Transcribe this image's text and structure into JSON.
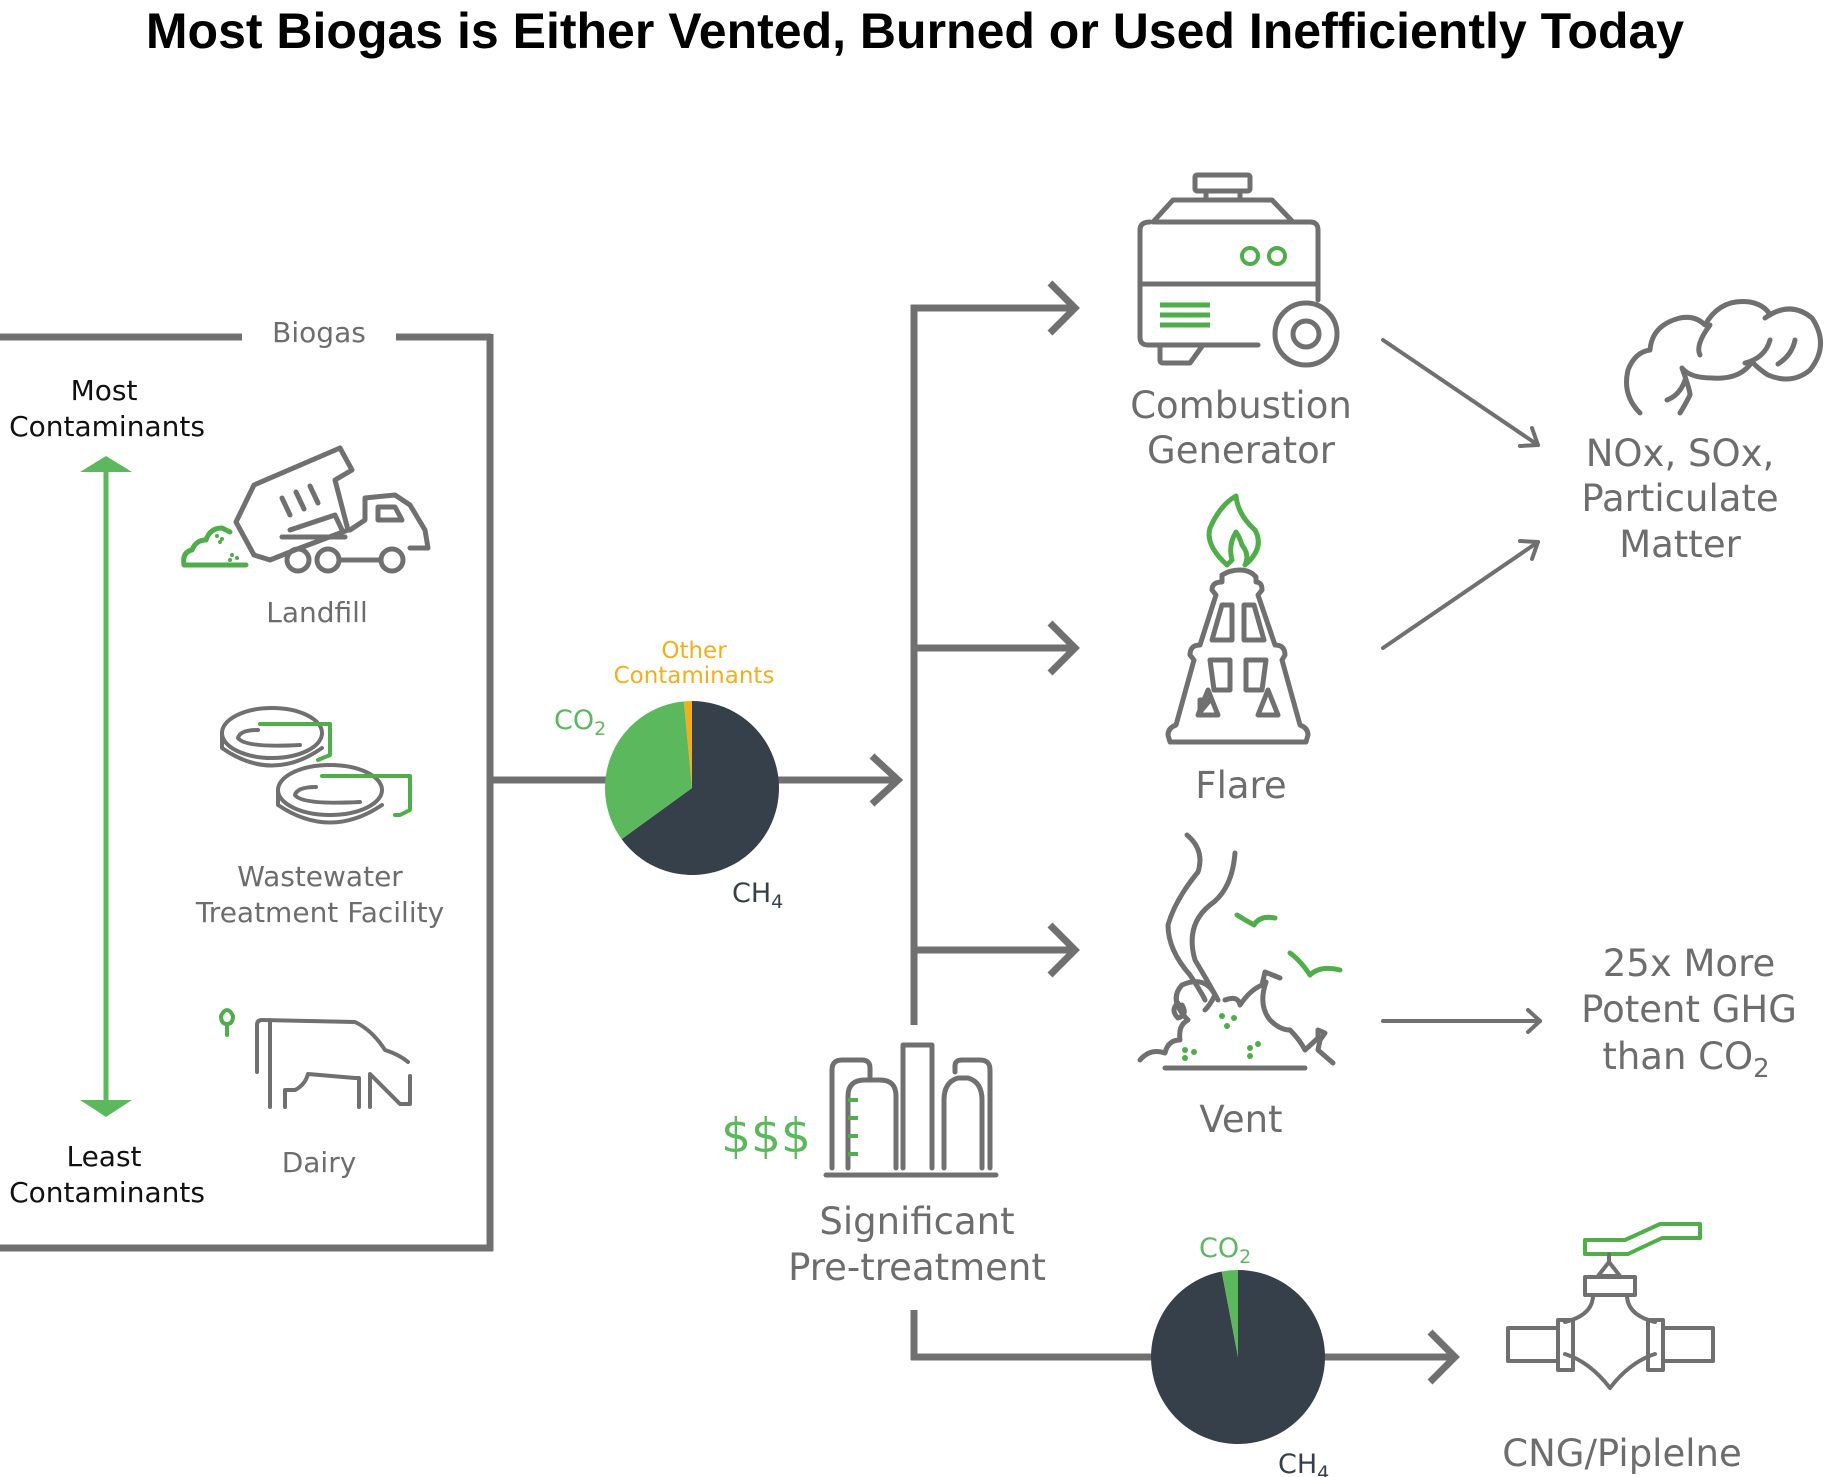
{
  "title": "Most Biogas is Either Vented, Burned or Used Inefficiently Today",
  "colors": {
    "line_gray": "#707070",
    "accent_green": "#5cb85c",
    "other_orange": "#f2ae1c",
    "methane_navy": "#36404a"
  },
  "biogas_box": {
    "label": "Biogas",
    "scale": {
      "top_line1": "Most",
      "top_line2": "Contaminants",
      "bottom_line1": "Least",
      "bottom_line2": "Contaminants"
    },
    "sources": [
      {
        "icon": "dump-truck-icon",
        "label_lines": [
          "Landfill"
        ]
      },
      {
        "icon": "wastewater-tanks-icon",
        "label_lines": [
          "Wastewater",
          "Treatment Facility"
        ]
      },
      {
        "icon": "cow-icon",
        "label_lines": [
          "Dairy"
        ]
      }
    ]
  },
  "outcomes": [
    {
      "icon": "generator-icon",
      "label_lines": [
        "Combustion",
        "Generator"
      ]
    },
    {
      "icon": "flare-icon",
      "label_lines": [
        "Flare"
      ]
    },
    {
      "icon": "vent-icon",
      "label_lines": [
        "Vent"
      ]
    }
  ],
  "impacts": {
    "emissions": {
      "icon": "smoke-cloud-icon",
      "label_lines": [
        "NOx, SOx,",
        "Particulate",
        "Matter"
      ]
    },
    "ghg": {
      "label_line1": "25x More",
      "label_line2": "Potent GHG",
      "label_line3_main": "than CO",
      "label_line3_sub": "2"
    }
  },
  "pretreatment": {
    "cost": "$$$",
    "icon": "processing-plant-icon",
    "label_lines": [
      "Significant",
      "Pre-treatment"
    ]
  },
  "pipeline": {
    "icon": "pipeline-valve-icon",
    "label": "CNG/Piplelne"
  },
  "chart_data": [
    {
      "type": "pie",
      "title": "Raw biogas composition",
      "slices": [
        {
          "name": "CH4",
          "label_main": "CH",
          "label_sub": "4",
          "value": 65,
          "color": "#36404a"
        },
        {
          "name": "CO2",
          "label_main": "CO",
          "label_sub": "2",
          "value": 33.5,
          "color": "#5cb85c"
        },
        {
          "name": "Other Contaminants",
          "label_lines": [
            "Other",
            "Contaminants"
          ],
          "value": 1.5,
          "color": "#f2ae1c"
        }
      ],
      "start_angle_deg": 0,
      "direction": "counterclockwise-for-minor-slices"
    },
    {
      "type": "pie",
      "title": "Pre-treated gas composition",
      "slices": [
        {
          "name": "CH4",
          "label_main": "CH",
          "label_sub": "4",
          "value": 97,
          "color": "#36404a"
        },
        {
          "name": "CO2",
          "label_main": "CO",
          "label_sub": "2",
          "value": 3,
          "color": "#5cb85c"
        }
      ],
      "start_angle_deg": 0,
      "direction": "counterclockwise-for-minor-slices"
    }
  ]
}
